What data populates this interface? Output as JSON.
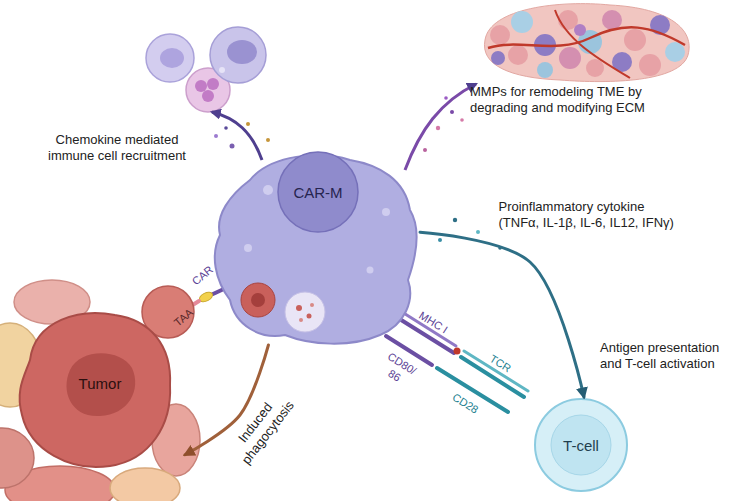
{
  "diagram": {
    "nodes": [
      {
        "text": [
          "CAR-M"
        ]
      },
      {
        "text": [
          "Tumor"
        ]
      },
      {
        "text": [
          "T-cell"
        ]
      }
    ],
    "edges": [
      {
        "from": 0,
        "to": 1,
        "arrow": "to",
        "label": "Induced phagocytosis"
      },
      {
        "from": 0,
        "to": 2,
        "arrow": "to",
        "label": "Proinflammatory cytokine (TNFα, IL-1β, IL-6, IL12, IFNγ)"
      }
    ],
    "labels": [
      "Chemokine mediated immune cell recruitment",
      "MMPs for remodeling TME by degrading and modifying ECM",
      "Antigen presentation and T-cell activation",
      "CAR",
      "TAA",
      "MHC I",
      "TCR",
      "CD80/ 86",
      "CD28"
    ]
  }
}
